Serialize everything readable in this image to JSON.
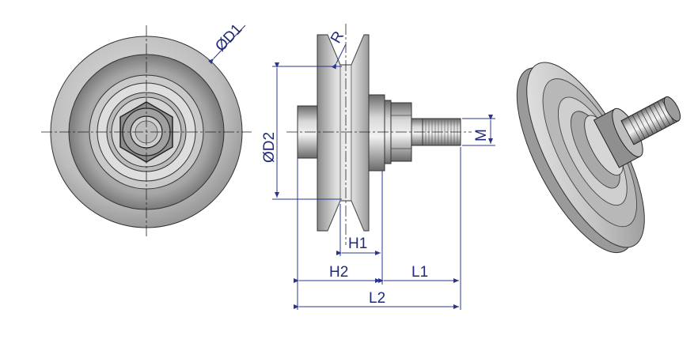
{
  "drawing": {
    "title": "",
    "dimension_labels": {
      "d1": "ØD1",
      "r": "R",
      "d2": "ØD2",
      "m": "M",
      "h1": "H1",
      "h2": "H2",
      "l1": "L1",
      "l2": "L2"
    },
    "views": [
      "front-view",
      "side-view",
      "isometric-view"
    ],
    "colors": {
      "dimension": "#2b3590",
      "metal_light": "#d9d9d9",
      "metal_mid": "#a8a8a8",
      "metal_dark": "#6e6e6e",
      "edge": "#333333"
    }
  }
}
